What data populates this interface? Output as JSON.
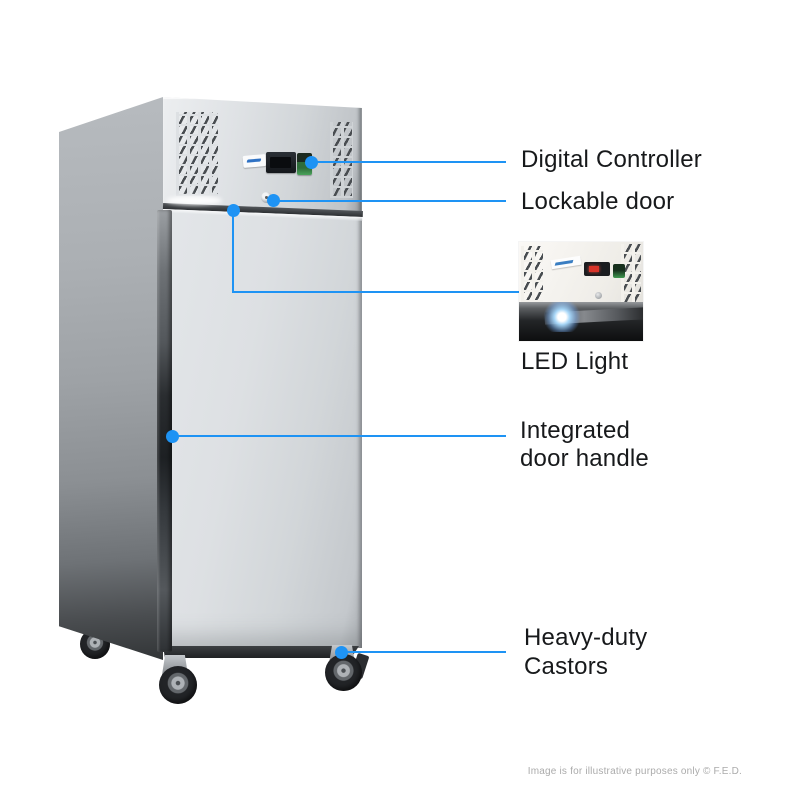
{
  "colors": {
    "accent": "#1e93f4",
    "label-text": "#17191b",
    "watermark": "#ababab"
  },
  "callouts": {
    "digital_controller": {
      "label": "Digital Controller"
    },
    "lockable_door": {
      "label": "Lockable door"
    },
    "led_light": {
      "label": "LED Light"
    },
    "integrated_door_handle": {
      "line1": "Integrated",
      "line2": "door handle"
    },
    "heavy_duty_castors": {
      "line1": "Heavy-duty",
      "line2": "Castors"
    }
  },
  "footer": {
    "watermark": "Image is for illustrative purposes only  © F.E.D."
  }
}
